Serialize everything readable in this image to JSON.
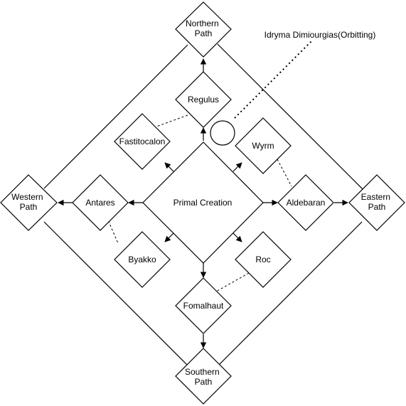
{
  "nodes": {
    "northern_path": [
      "Northern",
      "Path"
    ],
    "southern_path": [
      "Southern",
      "Path"
    ],
    "western_path": [
      "Western",
      "Path"
    ],
    "eastern_path": [
      "Eastern",
      "Path"
    ],
    "regulus": "Regulus",
    "fomalhaut": "Fomalhaut",
    "antares": "Antares",
    "aldebaran": "Aldebaran",
    "primal_creation": "Primal Creation",
    "fastitocalon": "Fastitocalon",
    "wyrm": "Wyrm",
    "byakko": "Byakko",
    "roc": "Roc",
    "idryma_label": "Idryma Dimiourgias(Orbitting)"
  }
}
